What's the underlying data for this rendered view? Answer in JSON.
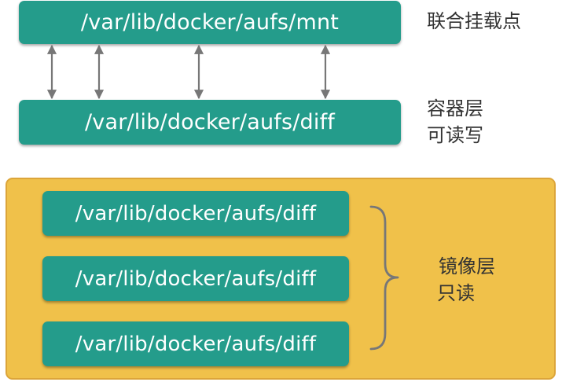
{
  "mount_layer": {
    "path": "/var/lib/docker/aufs/mnt",
    "label": "联合挂载点"
  },
  "container_layer": {
    "path": "/var/lib/docker/aufs/diff",
    "label_line1": "容器层",
    "label_line2": "可读写"
  },
  "image_layers": {
    "paths": [
      "/var/lib/docker/aufs/diff",
      "/var/lib/docker/aufs/diff",
      "/var/lib/docker/aufs/diff"
    ],
    "label_line1": "镜像层",
    "label_line2": "只读"
  },
  "colors": {
    "layer_fill": "#249c8b",
    "panel_fill": "#f0c14a",
    "arrow": "#777777",
    "brace": "#777777"
  }
}
